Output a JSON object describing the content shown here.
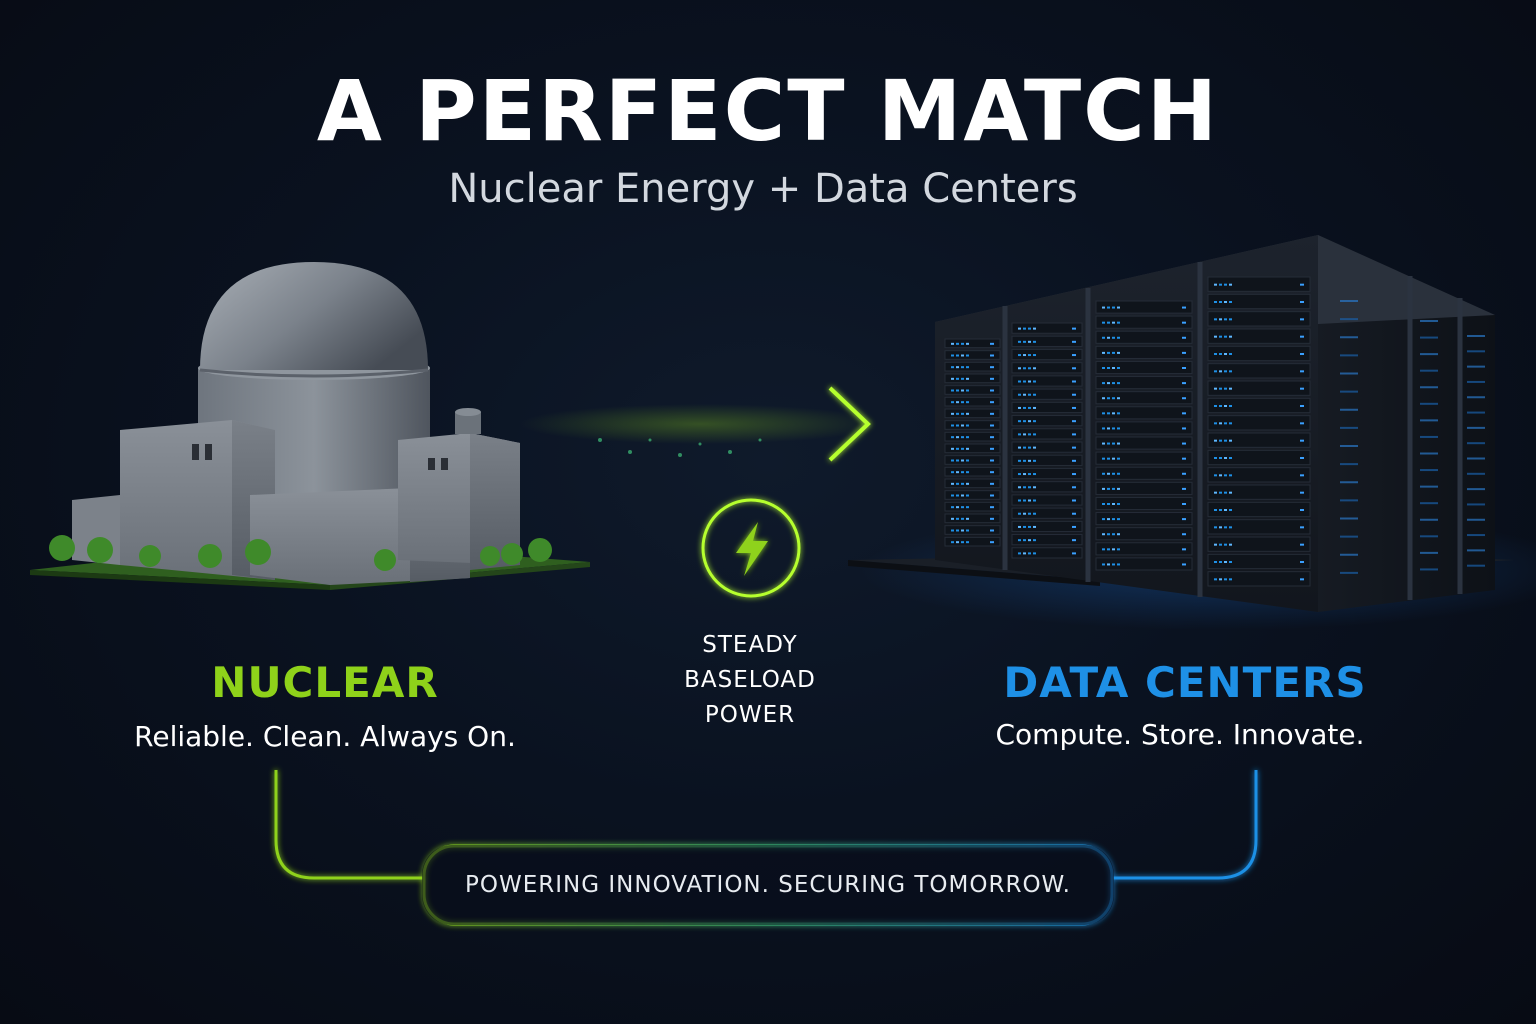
{
  "header": {
    "title": "A PERFECT MATCH",
    "subtitle": "Nuclear Energy + Data Centers"
  },
  "nuclear": {
    "label": "NUCLEAR",
    "tagline": "Reliable. Clean. Always On.",
    "color": "#8fd21a",
    "icon": "nuclear-plant-icon"
  },
  "datacenter": {
    "label": "DATA CENTERS",
    "tagline": "Compute. Store. Innovate.",
    "color": "#1e90e6",
    "icon": "server-racks-icon"
  },
  "center": {
    "lines": [
      "STEADY",
      "BASELOAD",
      "POWER"
    ],
    "icon": "lightning-bolt-icon",
    "arrow_icon": "right-arrow-icon"
  },
  "footer": {
    "banner": "POWERING INNOVATION. SECURING TOMORROW."
  }
}
